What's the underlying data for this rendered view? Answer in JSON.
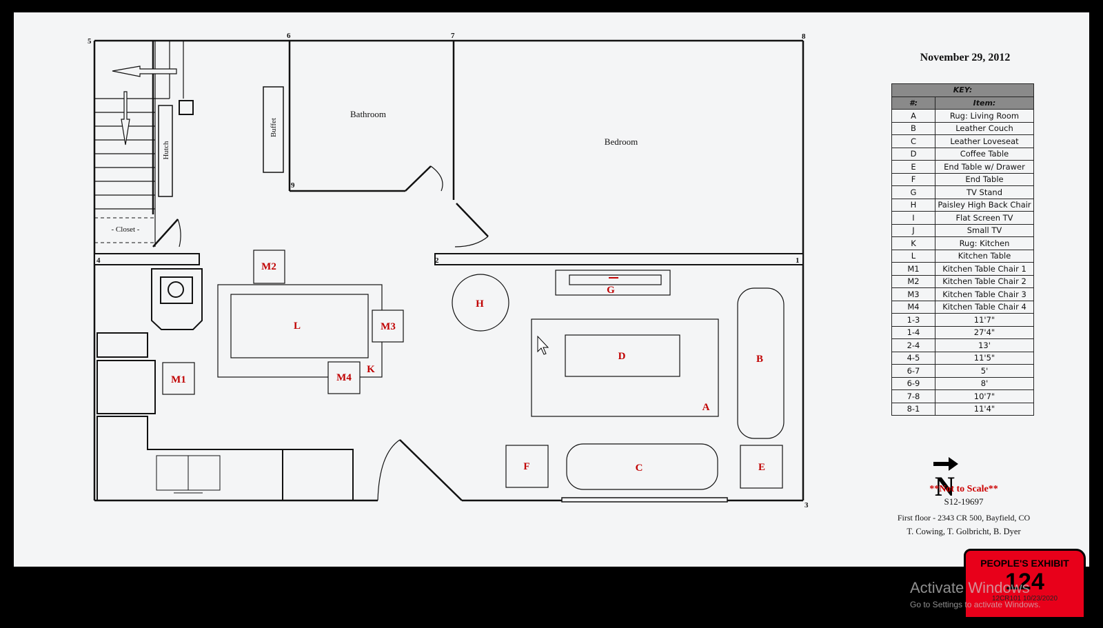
{
  "date": "November 29, 2012",
  "rooms": {
    "bathroom": "Bathroom",
    "bedroom": "Bedroom",
    "closet": "- Closet -",
    "hutch": "Hutch",
    "buffet": "Buffet"
  },
  "corners": [
    "1",
    "2",
    "3",
    "4",
    "5",
    "6",
    "7",
    "8",
    "9"
  ],
  "item_labels": {
    "A": "A",
    "B": "B",
    "C": "C",
    "D": "D",
    "E": "E",
    "F": "F",
    "G": "G",
    "H": "H",
    "K": "K",
    "L": "L",
    "M1": "M1",
    "M2": "M2",
    "M3": "M3",
    "M4": "M4"
  },
  "key": {
    "title": "KEY:",
    "col_num": "#:",
    "col_item": "Item:",
    "rows": [
      [
        "A",
        "Rug: Living Room"
      ],
      [
        "B",
        "Leather Couch"
      ],
      [
        "C",
        "Leather Loveseat"
      ],
      [
        "D",
        "Coffee Table"
      ],
      [
        "E",
        "End Table w/ Drawer"
      ],
      [
        "F",
        "End Table"
      ],
      [
        "G",
        "TV Stand"
      ],
      [
        "H",
        "Paisley High Back Chair"
      ],
      [
        "I",
        "Flat Screen TV"
      ],
      [
        "J",
        "Small TV"
      ],
      [
        "K",
        "Rug: Kitchen"
      ],
      [
        "L",
        "Kitchen Table"
      ],
      [
        "M1",
        "Kitchen Table Chair 1"
      ],
      [
        "M2",
        "Kitchen Table Chair 2"
      ],
      [
        "M3",
        "Kitchen Table Chair 3"
      ],
      [
        "M4",
        "Kitchen Table Chair 4"
      ],
      [
        "1-3",
        "11'7\""
      ],
      [
        "1-4",
        "27'4\""
      ],
      [
        "2-4",
        "13'"
      ],
      [
        "4-5",
        "11'5\""
      ],
      [
        "6-7",
        "5'"
      ],
      [
        "6-9",
        "8'"
      ],
      [
        "7-8",
        "10'7\""
      ],
      [
        "8-1",
        "11'4\""
      ]
    ]
  },
  "north_letter": "N",
  "not_to_scale": "**Not to Scale**",
  "case_number": "S12-19697",
  "location": "First floor - 2343 CR 500, Bayfield, CO",
  "authors": "T. Cowing, T. Golbricht, B. Dyer",
  "exhibit": {
    "title": "PEOPLE'S EXHIBIT",
    "number": "124",
    "case": "12CR101 10/23/2020"
  },
  "watermark": {
    "line1": "Activate Windows",
    "line2": "Go to Settings to activate Windows."
  },
  "colors": {
    "label_red": "#c00000",
    "exhibit_red": "#e8001a",
    "key_header": "#8a8a8a"
  }
}
